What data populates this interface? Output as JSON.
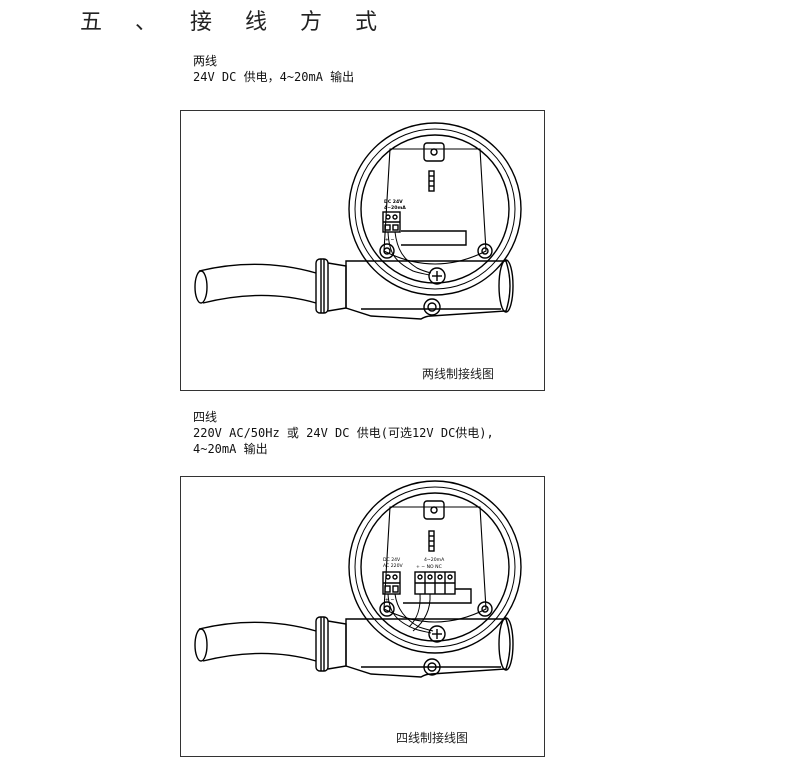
{
  "section_title": "五 、 接 线 方 式",
  "two_wire": {
    "title": "两线",
    "description": "24V DC 供电，4~20mA 输出",
    "caption": "两线制接线图",
    "terminal_label_top": "DC 24V",
    "terminal_label_bottom": "4~20mA",
    "polarity": "+ −"
  },
  "four_wire": {
    "title": "四线",
    "description_line1": "220V AC/50Hz 或 24V DC 供电(可选12V DC供电),",
    "description_line2": "4~20mA 输出",
    "caption": "四线制接线图",
    "power_label_top": "DC 24V",
    "power_label_bottom": "AC 220V",
    "output_label": "4~20mA",
    "output_pins": "+  −  NO  NC",
    "polarity": "+ −"
  }
}
